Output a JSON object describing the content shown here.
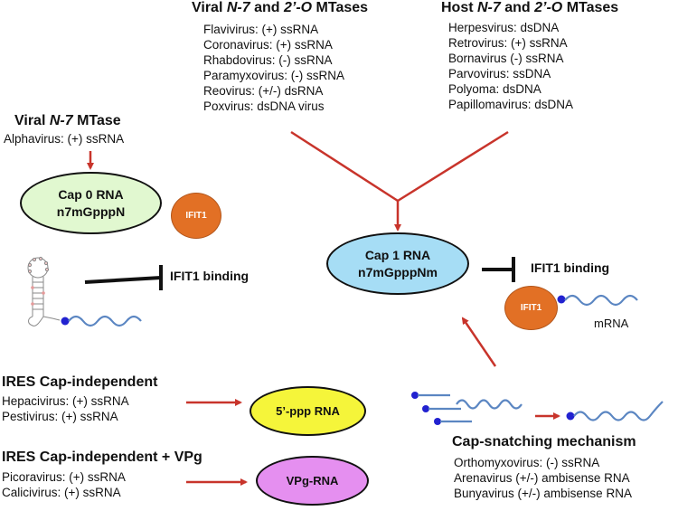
{
  "viral_n7_2o": {
    "title_a": "Viral ",
    "title_n7": "N-7",
    "title_b": " and ",
    "title_2o": "2’-O",
    "title_c": " MTases",
    "items": [
      "Flavivirus:  (+) ssRNA",
      "Coronavirus: (+) ssRNA",
      "Rhabdovirus: (-) ssRNA",
      "Paramyxovirus: (-) ssRNA",
      "Reovirus: (+/-) dsRNA",
      "Poxvirus: dsDNA virus"
    ]
  },
  "host_n7_2o": {
    "title_a": "Host ",
    "title_n7": "N-7",
    "title_b": " and ",
    "title_2o": "2’-O",
    "title_c": " MTases",
    "items": [
      "Herpesvirus:  dsDNA",
      "Retrovirus: (+) ssRNA",
      "Bornavirus (-) ssRNA",
      "Parvovirus: ssDNA",
      "Polyoma: dsDNA",
      "Papillomavirus: dsDNA"
    ]
  },
  "viral_n7": {
    "title_a": "Viral ",
    "title_n7": "N-7",
    "title_c": " MTase",
    "item": "Alphavirus:  (+) ssRNA"
  },
  "cap0": {
    "line1": "Cap 0 RNA",
    "line2": "n7mGpppN",
    "color": "#e1f8d0"
  },
  "cap1": {
    "line1": "Cap 1 RNA",
    "line2": "n7mGpppNm",
    "color": "#a6ddf5"
  },
  "ifit1_blob_left": "IFIT1",
  "ifit1_blob_right": "IFIT1",
  "ifit1_binding_left": "IFIT1 binding",
  "ifit1_binding_right": "IFIT1 binding",
  "mrna_label": "mRNA",
  "ires": {
    "title": "IRES Cap-independent",
    "items": [
      "Hepacivirus:  (+) ssRNA",
      "Pestivirus:  (+) ssRNA"
    ]
  },
  "ires_vpg": {
    "title": "IRES Cap-independent + VPg",
    "items": [
      "Picoravirus:  (+) ssRNA",
      "Calicivirus:  (+) ssRNA"
    ]
  },
  "ppp_rna": {
    "label": "5’-ppp RNA",
    "color": "#f5f53a"
  },
  "vpg_rna": {
    "label": "VPg-RNA",
    "color": "#e58ff0"
  },
  "cap_snatching": {
    "title": "Cap-snatching mechanism",
    "items": [
      "Orthomyxovirus:  (-) ssRNA",
      "Arenavirus (+/-) ambisense RNA",
      "Bunyavirus (+/-) ambisense RNA"
    ]
  },
  "colors": {
    "arrow_red": "#c8342b",
    "rna_blue": "#5b86c2",
    "cap_dot": "#2222d0",
    "ifit1_orange": "#e27025"
  }
}
